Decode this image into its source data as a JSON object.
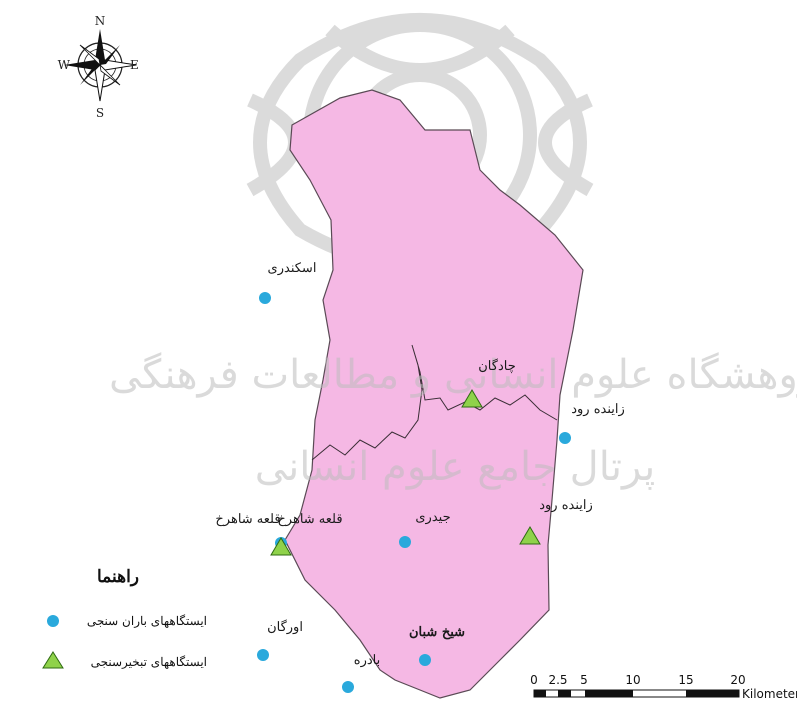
{
  "compass": {
    "north": "N",
    "south": "S",
    "east": "E",
    "west": "W"
  },
  "watermark": {
    "line1": "پژوهشگاه علوم انسانی و مطالعات فرهنگی",
    "line2": "پرتال جامع علوم انسانی"
  },
  "stations": {
    "rain": [
      {
        "id": "eskandari",
        "label": "اسکندری"
      },
      {
        "id": "zayandehrud-1",
        "label": "زاینده رود"
      },
      {
        "id": "jeidari",
        "label": "جیدری"
      },
      {
        "id": "organ",
        "label": "اورگان"
      },
      {
        "id": "sheikhshaban",
        "label": "شیخ شبان"
      },
      {
        "id": "badreh",
        "label": "بادره"
      }
    ],
    "evaporation": [
      {
        "id": "chadegan",
        "label": "چادگان"
      },
      {
        "id": "ghaleh-shahrokh",
        "label": "قلعه شاهرخ"
      },
      {
        "id": "zayandehrud-2",
        "label": "زاینده رود"
      }
    ],
    "extra_labels": [
      {
        "id": "ghaleh-shahrokh-dup",
        "label": "قلعه شاهرخ"
      }
    ]
  },
  "legend": {
    "title": "راهنما",
    "items": [
      {
        "symbol": "circle",
        "label": "ایستگاههای باران سنجی"
      },
      {
        "symbol": "triangle",
        "label": "ایستگاههای تبخیرسنجی"
      }
    ]
  },
  "scale_bar": {
    "ticks": [
      "0",
      "2.5",
      "5",
      "10",
      "15",
      "20"
    ],
    "unit": "Kilometers"
  },
  "colors": {
    "basin_fill": "#f5b8e4",
    "basin_stroke": "#5a4a55",
    "rain_station": "#2aa9dc",
    "evap_station": "#8fd24a",
    "evap_stroke": "#2f6b12",
    "watermark": "#c8c8c8"
  }
}
